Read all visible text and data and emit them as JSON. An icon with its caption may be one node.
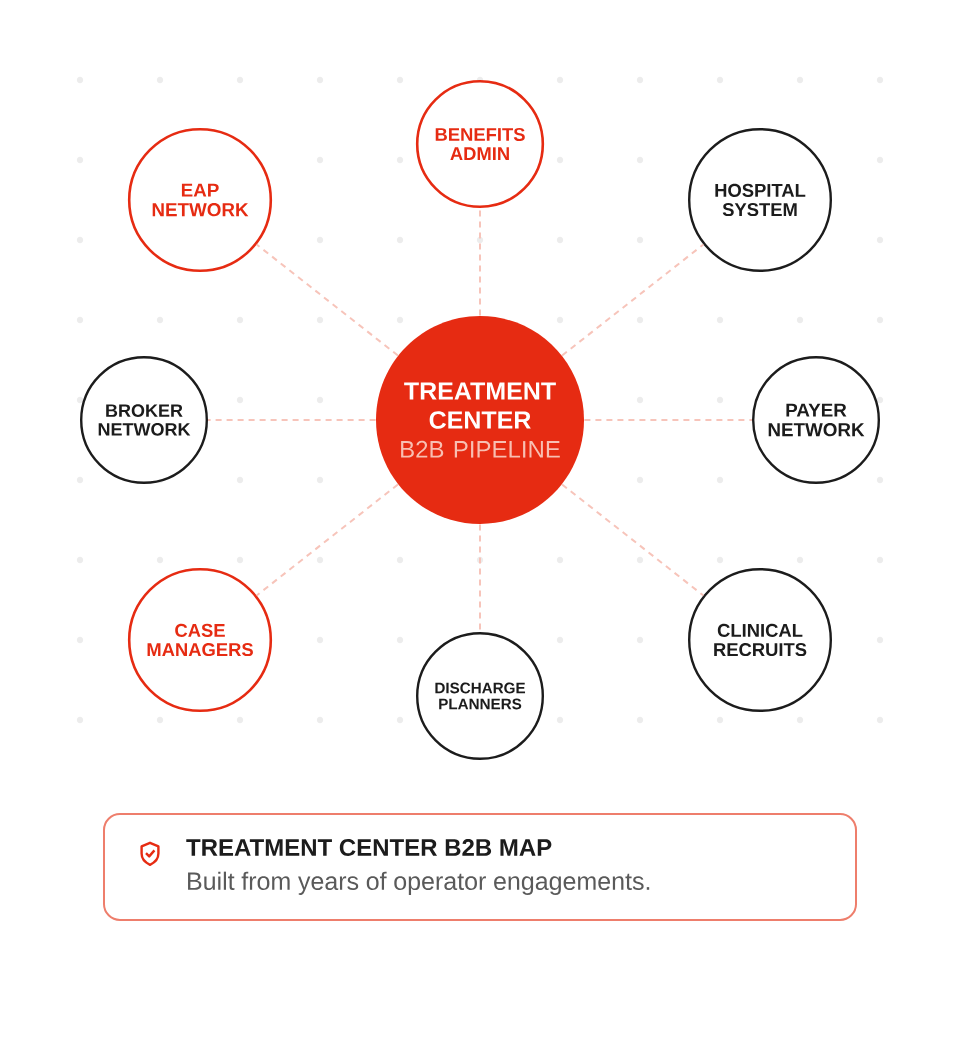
{
  "diagram": {
    "nodes": [
      {
        "text": [
          "BENEFITS ADMIN"
        ]
      },
      {
        "text": [
          "EAP NETWORK"
        ]
      },
      {
        "text": [
          "HOSPITAL SYSTEM"
        ]
      },
      {
        "text": [
          "BROKER NETWORK"
        ]
      },
      {
        "text": [
          "TREATMENT CENTER",
          "B2B PIPELINE"
        ]
      },
      {
        "text": [
          "PAYER NETWORK"
        ]
      },
      {
        "text": [
          "CASE MANAGERS"
        ]
      },
      {
        "text": [
          "CLINICAL RECRUITS"
        ]
      },
      {
        "text": [
          "DISCHARGE PLANNERS"
        ]
      },
      {
        "text": [
          "TREATMENT CENTER B2B MAP",
          "Built from years of operator engagements."
        ]
      }
    ],
    "edges": [
      {
        "from": 4,
        "to": 0,
        "arrow": "none",
        "style": "dashed"
      },
      {
        "from": 4,
        "to": 1,
        "arrow": "none",
        "style": "dashed"
      },
      {
        "from": 4,
        "to": 2,
        "arrow": "none",
        "style": "dashed"
      },
      {
        "from": 4,
        "to": 3,
        "arrow": "none",
        "style": "dashed"
      },
      {
        "from": 4,
        "to": 5,
        "arrow": "none",
        "style": "dashed"
      },
      {
        "from": 4,
        "to": 6,
        "arrow": "none",
        "style": "dashed"
      },
      {
        "from": 4,
        "to": 7,
        "arrow": "none",
        "style": "dashed"
      },
      {
        "from": 4,
        "to": 8,
        "arrow": "none",
        "style": "dashed"
      }
    ]
  }
}
